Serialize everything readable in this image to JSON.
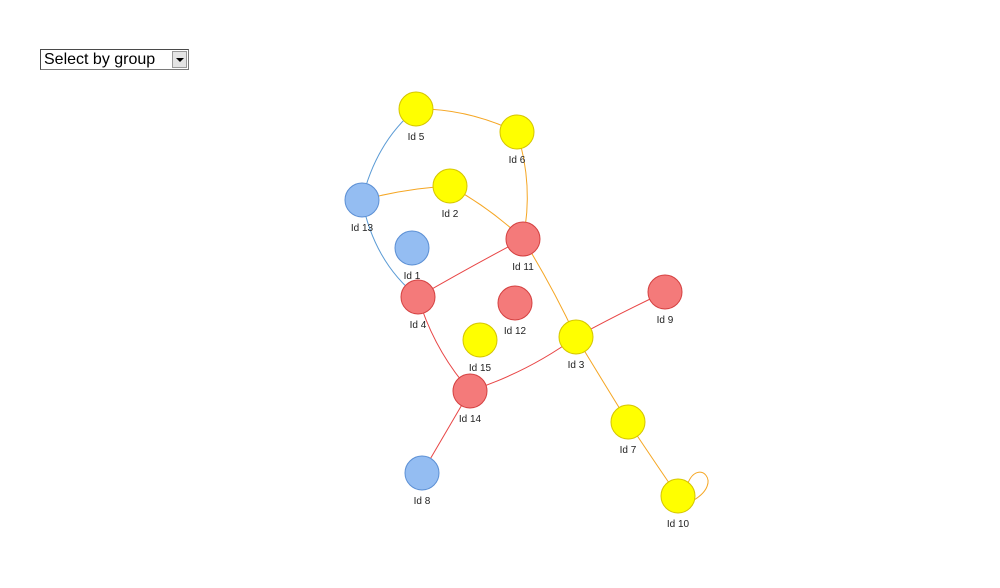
{
  "controls": {
    "group_select": {
      "selected": "Select by group"
    }
  },
  "colors": {
    "group_blue": "#94bdf2",
    "group_blue_stroke": "#5b8fd4",
    "group_yellow": "#ffff00",
    "group_yellow_stroke": "#d4c400",
    "group_red": "#f47a7a",
    "group_red_stroke": "#d44040",
    "edge_orange": "#f5a623",
    "edge_red": "#e84545",
    "edge_blue": "#5b9bd5"
  },
  "graph": {
    "nodes": [
      {
        "id": 1,
        "label": "Id 1",
        "group": "blue"
      },
      {
        "id": 2,
        "label": "Id 2",
        "group": "yellow"
      },
      {
        "id": 3,
        "label": "Id 3",
        "group": "yellow"
      },
      {
        "id": 4,
        "label": "Id 4",
        "group": "red"
      },
      {
        "id": 5,
        "label": "Id 5",
        "group": "yellow"
      },
      {
        "id": 6,
        "label": "Id 6",
        "group": "yellow"
      },
      {
        "id": 7,
        "label": "Id 7",
        "group": "yellow"
      },
      {
        "id": 8,
        "label": "Id 8",
        "group": "blue"
      },
      {
        "id": 9,
        "label": "Id 9",
        "group": "red"
      },
      {
        "id": 10,
        "label": "Id 10",
        "group": "yellow"
      },
      {
        "id": 11,
        "label": "Id 11",
        "group": "red"
      },
      {
        "id": 12,
        "label": "Id 12",
        "group": "red"
      },
      {
        "id": 13,
        "label": "Id 13",
        "group": "blue"
      },
      {
        "id": 14,
        "label": "Id 14",
        "group": "red"
      },
      {
        "id": 15,
        "label": "Id 15",
        "group": "yellow"
      }
    ],
    "edges": [
      {
        "from": 5,
        "to": 6,
        "color": "orange"
      },
      {
        "from": 5,
        "to": 13,
        "color": "blue"
      },
      {
        "from": 13,
        "to": 2,
        "color": "orange"
      },
      {
        "from": 13,
        "to": 4,
        "color": "blue"
      },
      {
        "from": 2,
        "to": 11,
        "color": "orange"
      },
      {
        "from": 6,
        "to": 11,
        "color": "orange"
      },
      {
        "from": 11,
        "to": 4,
        "color": "red"
      },
      {
        "from": 11,
        "to": 3,
        "color": "orange"
      },
      {
        "from": 4,
        "to": 14,
        "color": "red"
      },
      {
        "from": 14,
        "to": 3,
        "color": "red"
      },
      {
        "from": 14,
        "to": 8,
        "color": "red"
      },
      {
        "from": 3,
        "to": 9,
        "color": "red"
      },
      {
        "from": 3,
        "to": 7,
        "color": "orange"
      },
      {
        "from": 7,
        "to": 10,
        "color": "orange"
      },
      {
        "from": 10,
        "to": 10,
        "color": "orange"
      }
    ]
  }
}
